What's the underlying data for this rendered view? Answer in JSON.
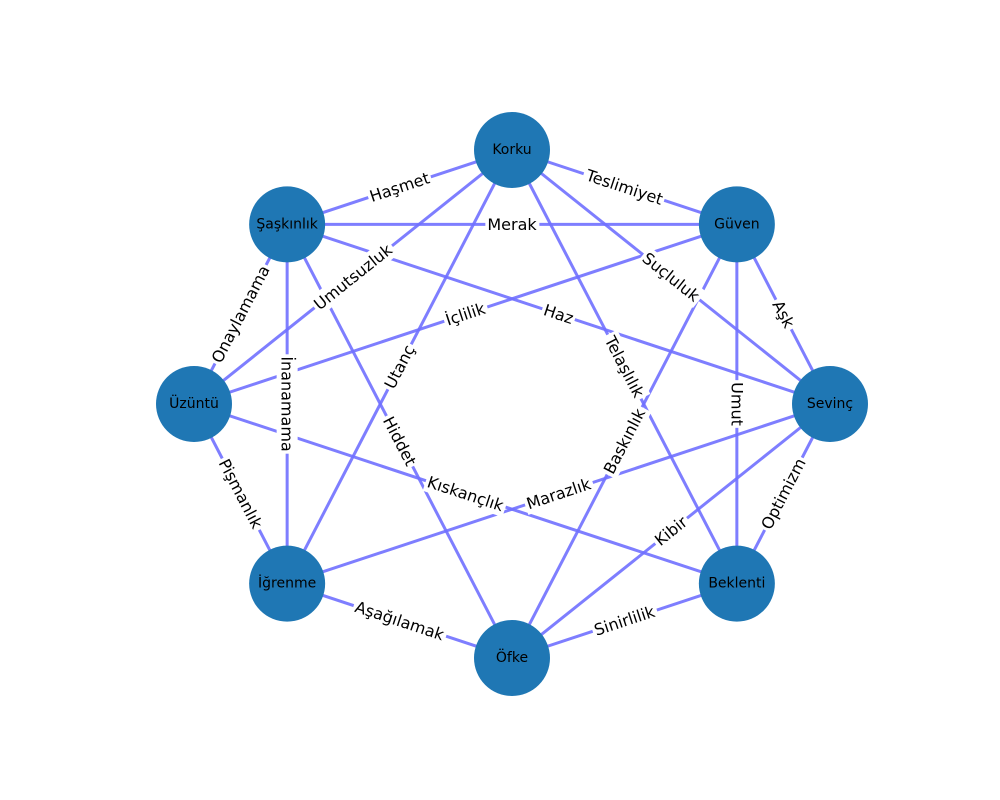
{
  "graph": {
    "style": {
      "node_color": "#1f77b4",
      "edge_color": "#7070ff",
      "background": "#ffffff"
    },
    "nodes": [
      {
        "id": "korku",
        "label": "Korku"
      },
      {
        "id": "guven",
        "label": "Güven"
      },
      {
        "id": "sevinc",
        "label": "Sevinç"
      },
      {
        "id": "beklenti",
        "label": "Beklenti"
      },
      {
        "id": "ofke",
        "label": "Öfke"
      },
      {
        "id": "igrenme",
        "label": "İğrenme"
      },
      {
        "id": "uzuntu",
        "label": "Üzüntü"
      },
      {
        "id": "saskinlik",
        "label": "Şaşkınlık"
      }
    ],
    "edges": [
      {
        "source": "korku",
        "target": "saskinlik",
        "label": "Haşmet"
      },
      {
        "source": "korku",
        "target": "guven",
        "label": "Teslimiyet"
      },
      {
        "source": "saskinlik",
        "target": "guven",
        "label": "Merak"
      },
      {
        "source": "korku",
        "target": "sevinc",
        "label": "Suçluluk"
      },
      {
        "source": "korku",
        "target": "uzuntu",
        "label": "Umutsuzluk"
      },
      {
        "source": "korku",
        "target": "igrenme",
        "label": "Utanç"
      },
      {
        "source": "korku",
        "target": "beklenti",
        "label": "Telaşlılık"
      },
      {
        "source": "guven",
        "target": "sevinc",
        "label": "Aşk"
      },
      {
        "source": "guven",
        "target": "uzuntu",
        "label": "İçlilik"
      },
      {
        "source": "guven",
        "target": "beklenti",
        "label": "Umut"
      },
      {
        "source": "guven",
        "target": "ofke",
        "label": "Baskınlık"
      },
      {
        "source": "saskinlik",
        "target": "sevinc",
        "label": "Haz"
      },
      {
        "source": "saskinlik",
        "target": "uzuntu",
        "label": "Onaylamama"
      },
      {
        "source": "saskinlik",
        "target": "igrenme",
        "label": "İnanamama"
      },
      {
        "source": "saskinlik",
        "target": "ofke",
        "label": "Hiddet"
      },
      {
        "source": "uzuntu",
        "target": "igrenme",
        "label": "Pişmanlık"
      },
      {
        "source": "uzuntu",
        "target": "beklenti",
        "label": "Kıskançlık"
      },
      {
        "source": "igrenme",
        "target": "sevinc",
        "label": "Marazlık"
      },
      {
        "source": "igrenme",
        "target": "ofke",
        "label": "Aşağılamak"
      },
      {
        "source": "ofke",
        "target": "beklenti",
        "label": "Sinirlilik"
      },
      {
        "source": "ofke",
        "target": "sevinc",
        "label": "Kibir"
      },
      {
        "source": "sevinc",
        "target": "beklenti",
        "label": "Optimizm"
      }
    ]
  }
}
